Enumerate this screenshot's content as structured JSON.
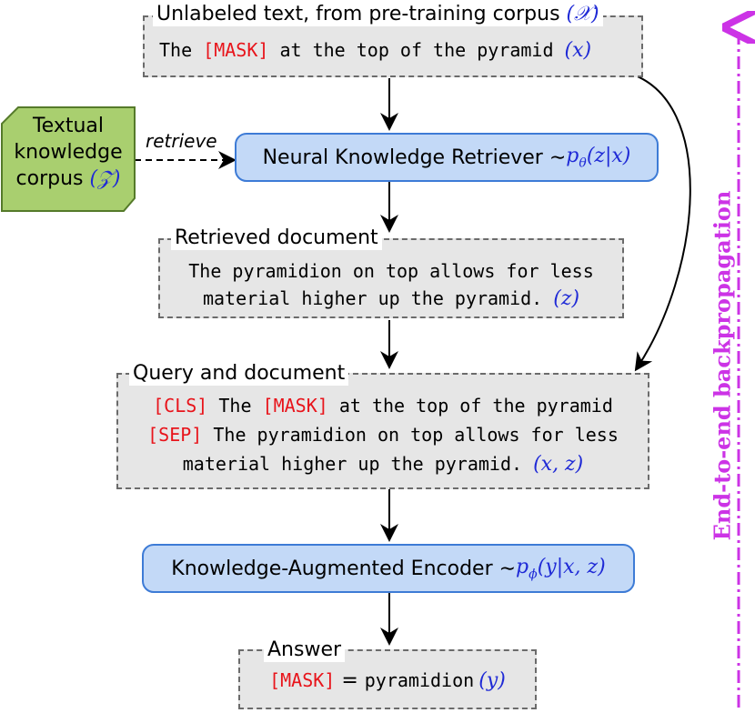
{
  "unlabeled": {
    "caption": "Unlabeled text, from pre-training corpus",
    "caption_sym": "(𝒳)",
    "text": "The ",
    "mask": "[MASK]",
    "text2": " at the top of the pyramid",
    "sym": "(x)"
  },
  "corpus": {
    "line1": "Textual",
    "line2": "knowledge",
    "line3": "corpus ",
    "sym": "(𝒵)"
  },
  "retrieve_label": "retrieve",
  "retriever": {
    "label": "Neural Knowledge Retriever ∼ ",
    "formula": "p_θ(z|x)"
  },
  "retrieved": {
    "caption": "Retrieved document",
    "line1": "The pyramidion on top allows for less",
    "line2": "material higher up the pyramid.",
    "sym": "(z)"
  },
  "query": {
    "caption": "Query and document",
    "cls": "[CLS]",
    "l1a": " The ",
    "mask": "[MASK]",
    "l1b": " at the top of the pyramid",
    "sep": "[SEP]",
    "l2": " The pyramidion on top allows for less",
    "l3": "material higher up the pyramid.",
    "sym": "(x, z)"
  },
  "encoder": {
    "label": "Knowledge-Augmented Encoder ∼ ",
    "formula": "p_ϕ(y|x, z)"
  },
  "answer": {
    "caption": "Answer",
    "mask": "[MASK]",
    "eq": " = ",
    "value": "pyramidion",
    "sym": "(y)"
  },
  "backprop_label": "End-to-end backpropagation",
  "colors": {
    "mask": "#e8141b",
    "math": "#1f2ad6",
    "backprop": "#cc33e6",
    "corpus_fill": "#a9cf6f",
    "retriever_fill": "#c3d9f7"
  }
}
